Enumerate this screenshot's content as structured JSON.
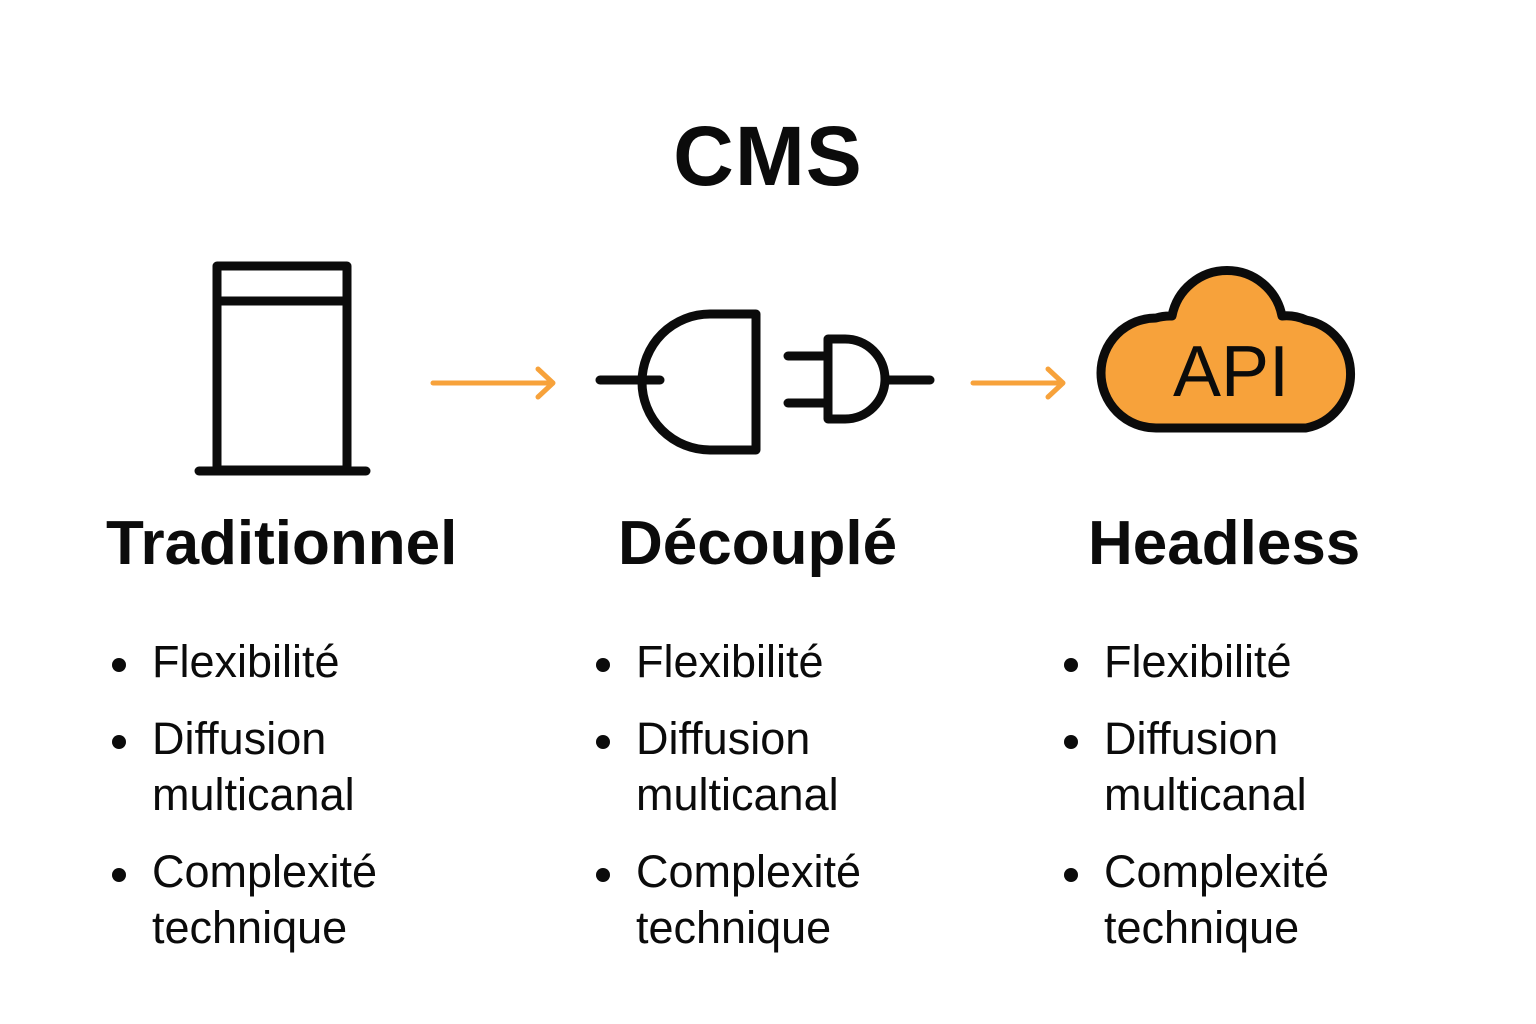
{
  "title": "CMS",
  "colors": {
    "accent": "#F7A23B",
    "stroke": "#0B0B0B",
    "background": "#FFFFFF"
  },
  "columns": [
    {
      "id": "traditionnel",
      "icon": "server-tower-icon",
      "heading": "Traditionnel",
      "bullets": [
        "Flexibilité",
        "Diffusion multicanal",
        "Complexité technique"
      ]
    },
    {
      "id": "decouple",
      "icon": "plug-socket-icon",
      "heading": "Découplé",
      "bullets": [
        "Flexibilité",
        "Diffusion multicanal",
        "Complexité technique"
      ]
    },
    {
      "id": "headless",
      "icon": "cloud-api-icon",
      "icon_label": "API",
      "heading": "Headless",
      "bullets": [
        "Flexibilité",
        "Diffusion multicanal",
        "Complexité technique"
      ]
    }
  ],
  "arrows": [
    {
      "from": "Traditionnel",
      "to": "Découplé",
      "icon": "arrow-right-icon"
    },
    {
      "from": "Découplé",
      "to": "Headless",
      "icon": "arrow-right-icon"
    }
  ]
}
